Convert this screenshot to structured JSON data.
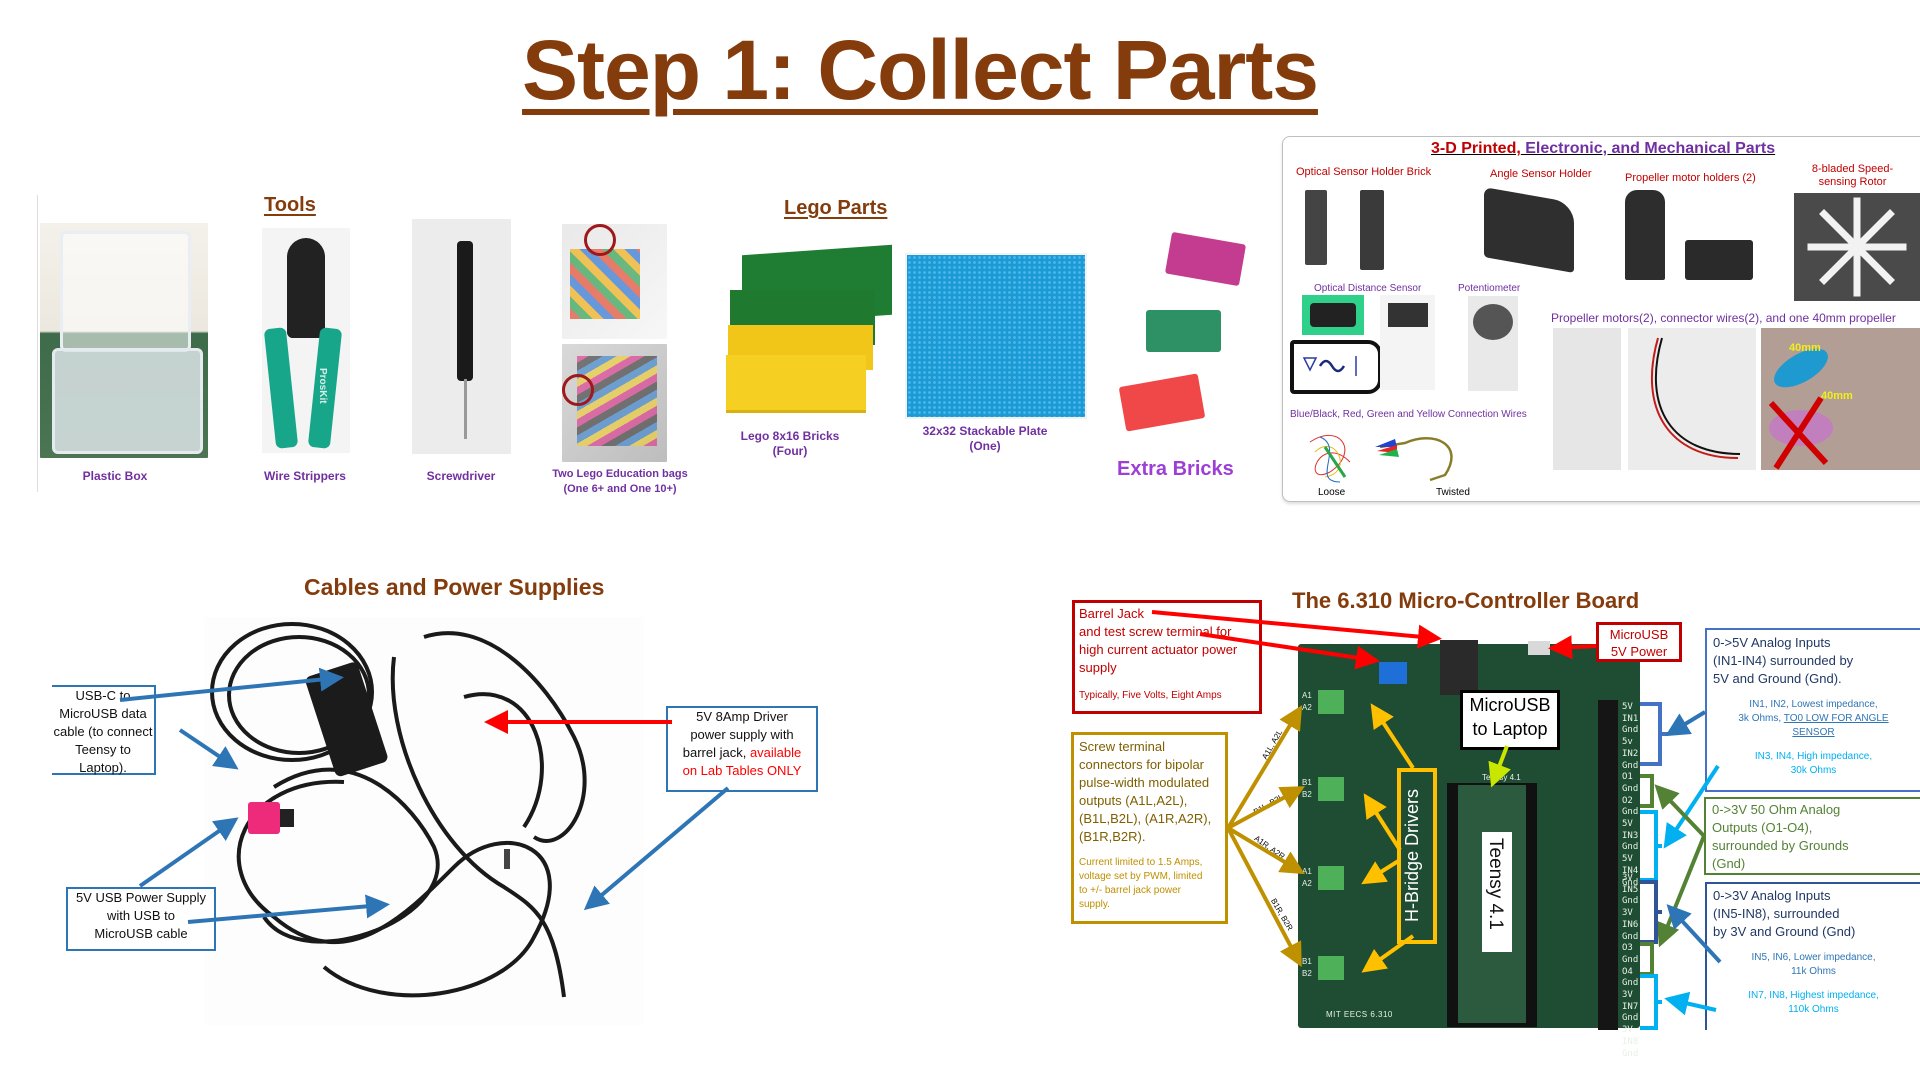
{
  "title": "Step 1: Collect Parts",
  "tools": {
    "heading": "Tools",
    "items": [
      {
        "label": "Plastic Box"
      },
      {
        "label": "Wire Strippers"
      },
      {
        "label": "Screwdriver"
      }
    ],
    "stripper_brand": "ProsKit"
  },
  "lego": {
    "heading": "Lego Parts",
    "bags_label_1": "Two Lego Education bags",
    "bags_label_2": "(One  6+ and One 10+)",
    "bricks_label_1": "Lego 8x16 Bricks",
    "bricks_label_2": "(Four)",
    "plate_label_1": "32x32 Stackable Plate",
    "plate_label_2": "(One)",
    "extra_label": "Extra Bricks"
  },
  "parts_panel": {
    "heading_red": "3-D Printed,",
    "heading_purple": " Electronic, and Mechanical  Parts",
    "optical_holder": "Optical Sensor Holder Brick",
    "angle_holder": "Angle Sensor Holder",
    "motor_holders": "Propeller motor holders (2)",
    "rotor_1": "8-bladed Speed-",
    "rotor_2": "sensing Rotor",
    "optical_sensor": "Optical Distance Sensor",
    "potentiometer": "Potentiometer",
    "motors_line": "Propeller motors(2), connector wires(2),  and one 40mm propeller",
    "wires_label": "Blue/Black, Red, Green and Yellow Connection Wires",
    "loose": "Loose",
    "twisted": "Twisted",
    "prop_dim": "40mm"
  },
  "cables": {
    "heading": "Cables and Power Supplies",
    "usbc_callout": [
      "USB-C to",
      "MicroUSB data",
      "cable (to connect",
      "Teensy to Laptop)."
    ],
    "usb_supply_callout": [
      "5V USB Power Supply",
      "with USB to",
      "MicroUSB cable"
    ],
    "driver_callout": [
      "5V 8Amp Driver",
      "power supply with",
      "barrel jack, "
    ],
    "driver_red_1": "available",
    "driver_red_2": "on Lab Tables ONLY"
  },
  "board": {
    "heading": "The 6.310 Micro-Controller Board",
    "barrel_jack": [
      "Barrel Jack",
      "and test screw terminal for",
      "high current actuator power",
      "supply"
    ],
    "barrel_jack_note": "Typically, Five Volts, Eight Amps",
    "screw_terminal": [
      "Screw terminal",
      "connectors for bipolar",
      "pulse-width modulated",
      "outputs (A1L,A2L),",
      "(B1L,B2L), (A1R,A2R),",
      "(B1R,B2R)."
    ],
    "screw_note": [
      "Current  limited to  1.5 Amps,",
      "voltage set by PWM, limited",
      "to +/- barrel jack power",
      "supply."
    ],
    "arrow_labels": [
      "A1L, A2L",
      "B1L, B2L",
      "A1R, A2R",
      "B1R, B2R"
    ],
    "microusb_power": [
      "MicroUSB",
      "5V Power"
    ],
    "microusb_laptop": [
      "MicroUSB",
      "to Laptop"
    ],
    "hbridge": "H-Bridge Drivers",
    "teensy": "Teensy 4.1",
    "silk": "MIT EECS 6.310",
    "silk_top": "Teensy 4.1",
    "pins_top": [
      "5V",
      "IN1",
      "Gnd",
      "5v",
      "IN2",
      "Gnd",
      "O1",
      "Gnd",
      "O2",
      "Gnd",
      "5V",
      "IN3",
      "Gnd",
      "5V",
      "IN4",
      "Gnd"
    ],
    "pins_bottom": [
      "3V",
      "IN5",
      "Gnd",
      "3V",
      "IN6",
      "Gnd",
      "O3",
      "Gnd",
      "O4",
      "Gnd",
      "3V",
      "IN7",
      "Gnd",
      "3V",
      "IN8",
      "Gnd"
    ],
    "terminal_labels": [
      "A1",
      "A2",
      "B1",
      "B2",
      "A1",
      "A2",
      "B1",
      "B2"
    ],
    "in5v_box": [
      "0->5V Analog  Inputs",
      "(IN1-IN4) surrounded by",
      "5V and Ground (Gnd)."
    ],
    "in12_note": [
      "IN1, IN2, Lowest  impedance,",
      "3k Ohms, "
    ],
    "in12_underline": [
      "TO0 LOW FOR ANGLE",
      "SENSOR"
    ],
    "in34_note": [
      "IN3, IN4, High impedance,",
      "30k Ohms"
    ],
    "out_box": [
      "0->3V 50 Ohm Analog",
      "Outputs (O1-O4),",
      "surrounded by Grounds",
      "(Gnd)"
    ],
    "in3v_box": [
      "0->3V Analog  Inputs",
      "(IN5-IN8), surrounded",
      "by 3V and Ground (Gnd)"
    ],
    "in56_note": [
      "IN5, IN6, Lower impedance,",
      "11k Ohms"
    ],
    "in78_note": [
      "IN7, IN8, Highest  impedance,",
      "110k Ohms"
    ]
  },
  "colors": {
    "heading_brown": "#843C0C",
    "caption_purple": "#7030A0",
    "callout_blue": "#2E75B6",
    "alert_red": "#C00000",
    "arrow_red": "#FF0000",
    "gold": "#BF9000",
    "orange": "#FFC000",
    "green": "#548235",
    "light_blue": "#00B0F0",
    "pcb_green": "#1f4d33"
  }
}
